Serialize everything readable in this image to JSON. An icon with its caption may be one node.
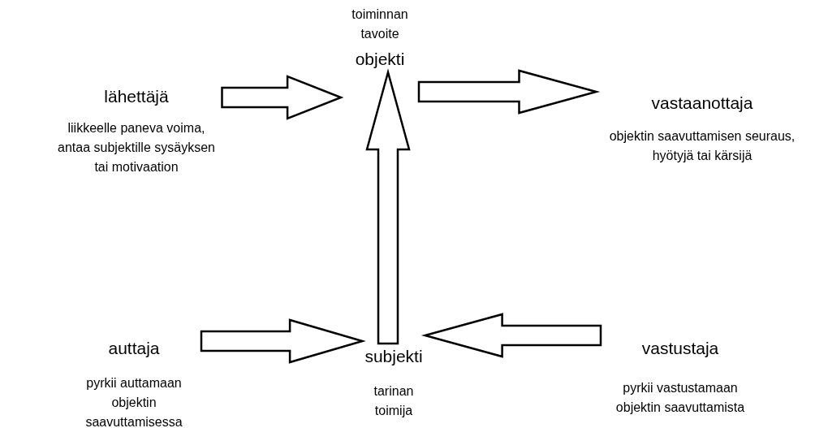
{
  "diagram": {
    "nodes": [
      {
        "text": [
          "toiminnan tavoite",
          "objekti"
        ]
      },
      {
        "text": [
          "lähettäjä",
          "liikkeelle paneva voima, antaa subjektille sysäyksen tai motivaation"
        ]
      },
      {
        "text": [
          "vastaanottaja",
          "objektin saavuttamisen seuraus, hyötyjä tai kärsijä"
        ]
      },
      {
        "text": [
          "auttaja",
          "pyrkii auttamaan objektin saavuttamisessa"
        ]
      },
      {
        "text": [
          "subjekti",
          "tarinan toimija"
        ]
      },
      {
        "text": [
          "vastustaja",
          "pyrkii vastustamaan objektin saavuttamista"
        ]
      }
    ],
    "edges": [
      {
        "from": 1,
        "to": 0,
        "arrow": "to"
      },
      {
        "from": 0,
        "to": 2,
        "arrow": "to"
      },
      {
        "from": 4,
        "to": 0,
        "arrow": "to"
      },
      {
        "from": 3,
        "to": 4,
        "arrow": "to"
      },
      {
        "from": 5,
        "to": 4,
        "arrow": "to"
      }
    ]
  }
}
